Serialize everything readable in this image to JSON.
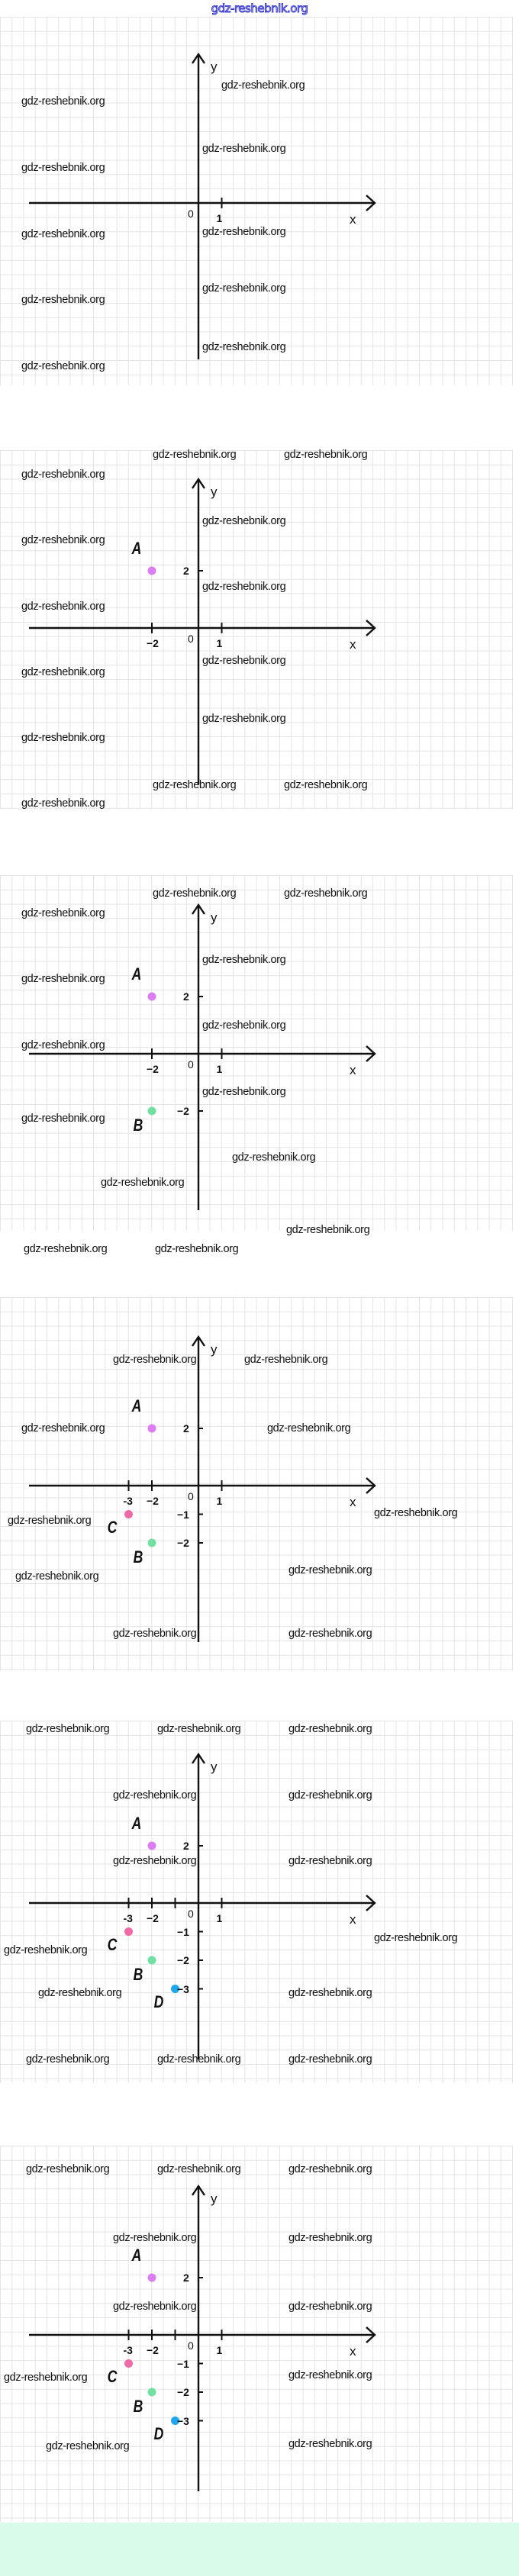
{
  "site_title": "gdz-reshebnik.org",
  "watermark": "gdz-reshebnik.org",
  "colors": {
    "A": "#dc7ef2",
    "B": "#72e0a2",
    "C": "#f06aa8",
    "D": "#1ea6ee",
    "axis": "#111111",
    "footer": "#d9fbe9"
  },
  "chart_data": [
    {
      "type": "scatter",
      "axis_labels": {
        "x": "x",
        "y": "y",
        "origin": "0"
      },
      "x_ticks": [
        {
          "value": 1,
          "label": "1"
        }
      ],
      "y_ticks": [],
      "points": []
    },
    {
      "type": "scatter",
      "axis_labels": {
        "x": "x",
        "y": "y",
        "origin": "0"
      },
      "x_ticks": [
        {
          "value": -2,
          "label": "−2"
        },
        {
          "value": 1,
          "label": "1"
        }
      ],
      "y_ticks": [
        {
          "value": 2,
          "label": "2"
        }
      ],
      "points": [
        {
          "name": "A",
          "x": -2,
          "y": 2
        }
      ]
    },
    {
      "type": "scatter",
      "axis_labels": {
        "x": "x",
        "y": "y",
        "origin": "0"
      },
      "x_ticks": [
        {
          "value": -2,
          "label": "−2"
        },
        {
          "value": 1,
          "label": "1"
        }
      ],
      "y_ticks": [
        {
          "value": 2,
          "label": "2"
        },
        {
          "value": -2,
          "label": "−2"
        }
      ],
      "points": [
        {
          "name": "A",
          "x": -2,
          "y": 2
        },
        {
          "name": "B",
          "x": -2,
          "y": -2
        }
      ]
    },
    {
      "type": "scatter",
      "axis_labels": {
        "x": "x",
        "y": "y",
        "origin": "0"
      },
      "x_ticks": [
        {
          "value": -3,
          "label": "-3"
        },
        {
          "value": -2,
          "label": "−2"
        },
        {
          "value": 1,
          "label": "1"
        }
      ],
      "y_ticks": [
        {
          "value": 2,
          "label": "2"
        },
        {
          "value": -1,
          "label": "−1"
        },
        {
          "value": -2,
          "label": "−2"
        }
      ],
      "points": [
        {
          "name": "A",
          "x": -2,
          "y": 2
        },
        {
          "name": "B",
          "x": -2,
          "y": -2
        },
        {
          "name": "C",
          "x": -3,
          "y": -1
        }
      ]
    },
    {
      "type": "scatter",
      "axis_labels": {
        "x": "x",
        "y": "y",
        "origin": "0"
      },
      "x_ticks": [
        {
          "value": -3,
          "label": "-3"
        },
        {
          "value": -2,
          "label": "−2"
        },
        {
          "value": -1,
          "label": ""
        },
        {
          "value": 1,
          "label": "1"
        }
      ],
      "y_ticks": [
        {
          "value": 2,
          "label": "2"
        },
        {
          "value": -1,
          "label": "−1"
        },
        {
          "value": -2,
          "label": "−2"
        },
        {
          "value": -3,
          "label": "−3"
        }
      ],
      "points": [
        {
          "name": "A",
          "x": -2,
          "y": 2
        },
        {
          "name": "B",
          "x": -2,
          "y": -2
        },
        {
          "name": "C",
          "x": -3,
          "y": -1
        },
        {
          "name": "D",
          "x": -1,
          "y": -3
        }
      ]
    },
    {
      "type": "scatter",
      "axis_labels": {
        "x": "x",
        "y": "y",
        "origin": "0"
      },
      "x_ticks": [
        {
          "value": -3,
          "label": "-3"
        },
        {
          "value": -2,
          "label": "−2"
        },
        {
          "value": -1,
          "label": ""
        },
        {
          "value": 1,
          "label": "1"
        }
      ],
      "y_ticks": [
        {
          "value": 2,
          "label": "2"
        },
        {
          "value": -1,
          "label": "−1"
        },
        {
          "value": -2,
          "label": "−2"
        },
        {
          "value": -3,
          "label": "−3"
        }
      ],
      "points": [
        {
          "name": "A",
          "x": -2,
          "y": 2
        },
        {
          "name": "B",
          "x": -2,
          "y": -2
        },
        {
          "name": "C",
          "x": -3,
          "y": -1
        },
        {
          "name": "D",
          "x": -1,
          "y": -3
        }
      ]
    }
  ]
}
